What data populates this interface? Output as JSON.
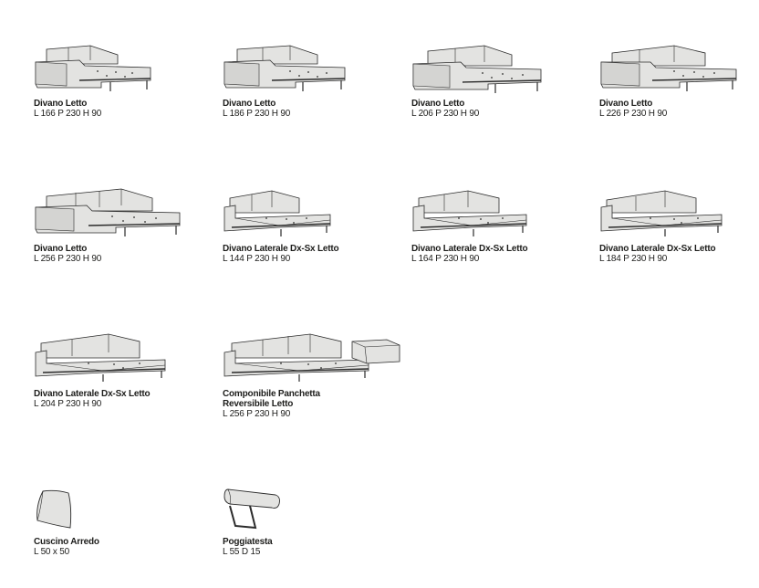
{
  "items": [
    {
      "name": "Divano Letto",
      "dims": "L 166 P 230 H 90"
    },
    {
      "name": "Divano Letto",
      "dims": "L 186 P 230 H 90"
    },
    {
      "name": "Divano Letto",
      "dims": "L 206 P 230 H 90"
    },
    {
      "name": "Divano Letto",
      "dims": "L 226 P 230 H 90"
    },
    {
      "name": "Divano Letto",
      "dims": "L 256 P 230 H 90"
    },
    {
      "name": "Divano Laterale Dx-Sx Letto",
      "dims": "L 144 P 230 H 90"
    },
    {
      "name": "Divano Laterale Dx-Sx Letto",
      "dims": "L 164 P 230 H 90"
    },
    {
      "name": "Divano Laterale Dx-Sx Letto",
      "dims": "L 184 P 230 H 90"
    },
    {
      "name": "Divano Laterale Dx-Sx Letto",
      "dims": "L 204 P 230 H 90"
    },
    {
      "name": "Componibile Panchetta",
      "name2": "Reversibile Letto",
      "dims": "L 256 P 230 H 90"
    },
    {
      "name": "Cuscino Arredo",
      "dims": "L 50 x 50"
    },
    {
      "name": "Poggiatesta",
      "dims": "L 55 D 15"
    }
  ],
  "colors": {
    "fabric": "#e3e3e1",
    "outline": "#2b2b2b",
    "text": "#1d1d1b"
  }
}
